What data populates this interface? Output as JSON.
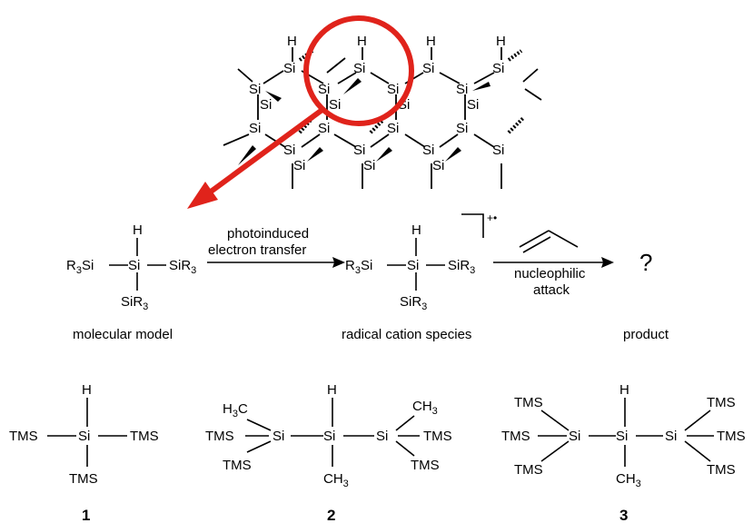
{
  "atoms": {
    "si": "Si",
    "h": "H",
    "tms": "TMS",
    "r3si": "R",
    "sir3": "SiR",
    "sub3": "3",
    "h3c": "H",
    "ch3": "CH"
  },
  "arrows": {
    "pet_line1": "photoinduced",
    "pet_line2": "electron transfer",
    "nuc_line1": "nucleophilic",
    "nuc_line2": "attack"
  },
  "charge": "+•",
  "unknown_product": "?",
  "captions": {
    "model": "molecular model",
    "cation": "radical cation species",
    "product": "product"
  },
  "compounds": [
    "1",
    "2",
    "3"
  ],
  "colors": {
    "highlight": "#e0231b",
    "ink": "#000000"
  }
}
